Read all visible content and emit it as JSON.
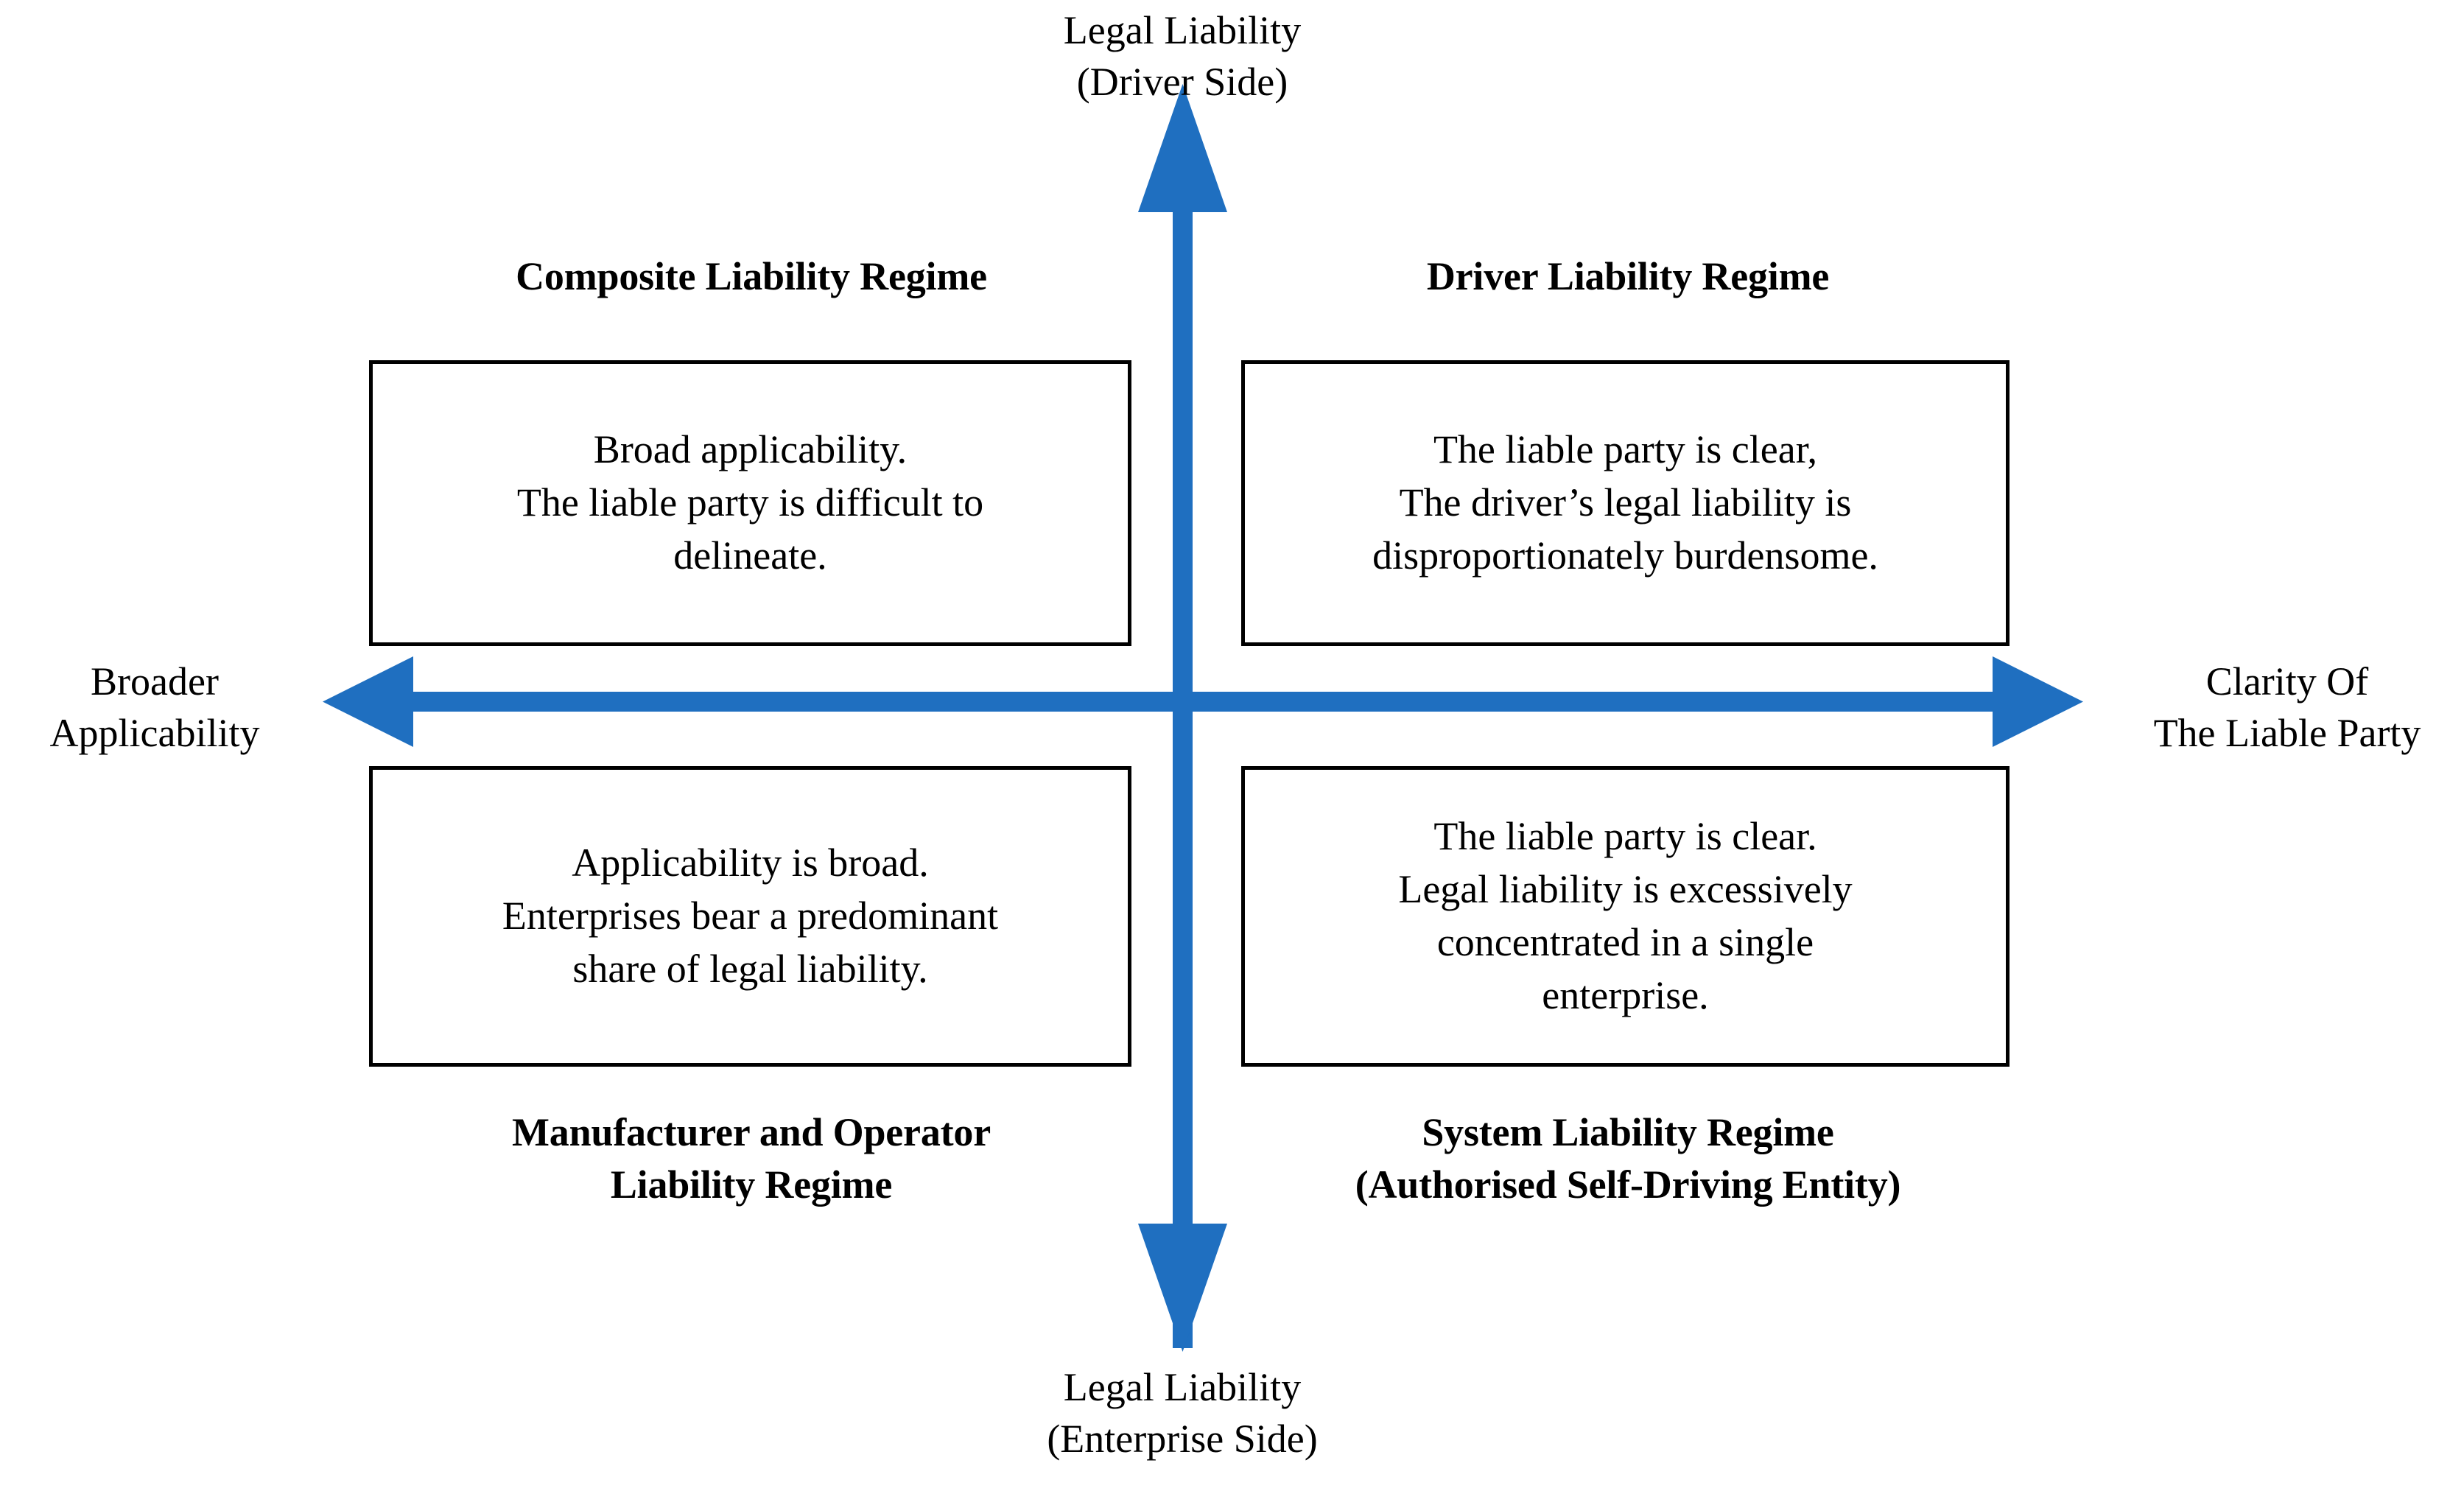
{
  "diagram": {
    "type": "quadrant-matrix",
    "accent_color": "#1F6FC0",
    "text_color": "#000000",
    "background_color": "#FFFFFF",
    "box_border_color": "#000000"
  },
  "axes": {
    "vertical": {
      "top_label": "Legal Liability\n(Driver Side)",
      "bottom_label": "Legal Liability\n(Enterprise Side)",
      "arrowheads": "both"
    },
    "horizontal": {
      "left_label": "Broader\nApplicability",
      "right_label": "Clarity Of\nThe Liable Party",
      "arrowheads": "both"
    }
  },
  "quadrants": [
    {
      "id": "top-left",
      "title": "Composite Liability Regime",
      "body": "Broad applicability.\nThe liable party is difficult to\ndelineate."
    },
    {
      "id": "top-right",
      "title": "Driver Liability Regime",
      "body": "The liable party is clear,\nThe driver’s legal liability is\ndisproportionately burdensome."
    },
    {
      "id": "bottom-left",
      "title": "Manufacturer and Operator\nLiability Regime",
      "body": "Applicability is broad.\nEnterprises bear a predominant\nshare of legal liability."
    },
    {
      "id": "bottom-right",
      "title": "System Liability Regime\n(Authorised Self-Driving Entity)",
      "body": "The liable party is clear.\nLegal liability is excessively\nconcentrated in a single\nenterprise."
    }
  ]
}
